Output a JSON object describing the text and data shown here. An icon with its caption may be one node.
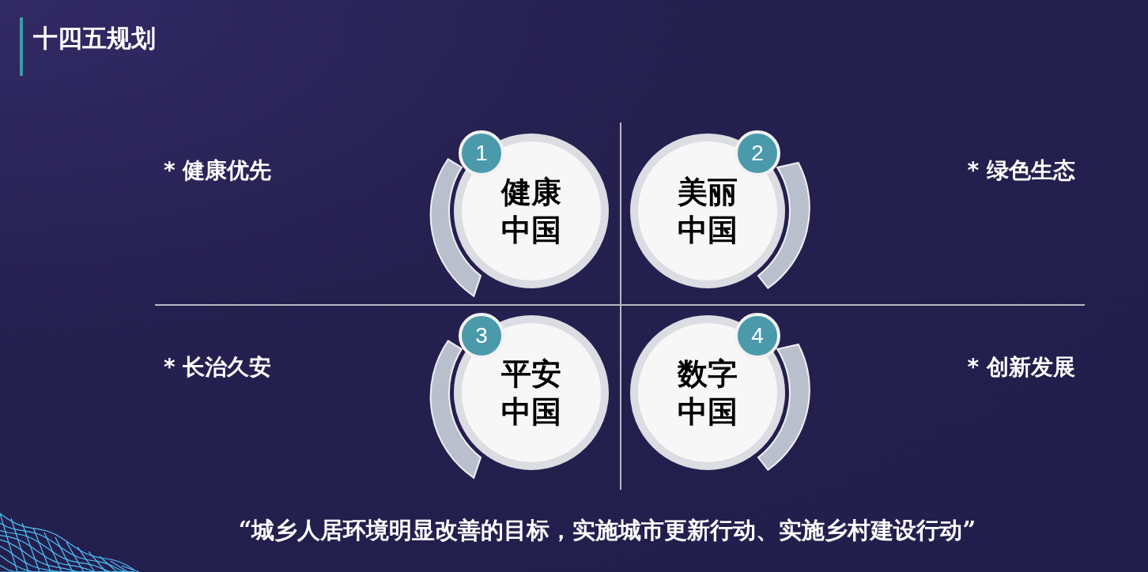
{
  "diagram": {
    "title": "十四五规划",
    "nodes": [
      {
        "text": [
          "健康中国"
        ]
      },
      {
        "text": [
          "美丽中国"
        ]
      },
      {
        "text": [
          "平安中国"
        ]
      },
      {
        "text": [
          "数字中国"
        ]
      }
    ],
    "labels": [
      "1",
      "* 健康优先",
      "2",
      "* 绿色生态",
      "3",
      "* 长治久安",
      "4",
      "* 创新发展"
    ],
    "caption": "“城乡人居环境明显改善的目标，实施城市更新行动、实施乡村建设行动”"
  }
}
